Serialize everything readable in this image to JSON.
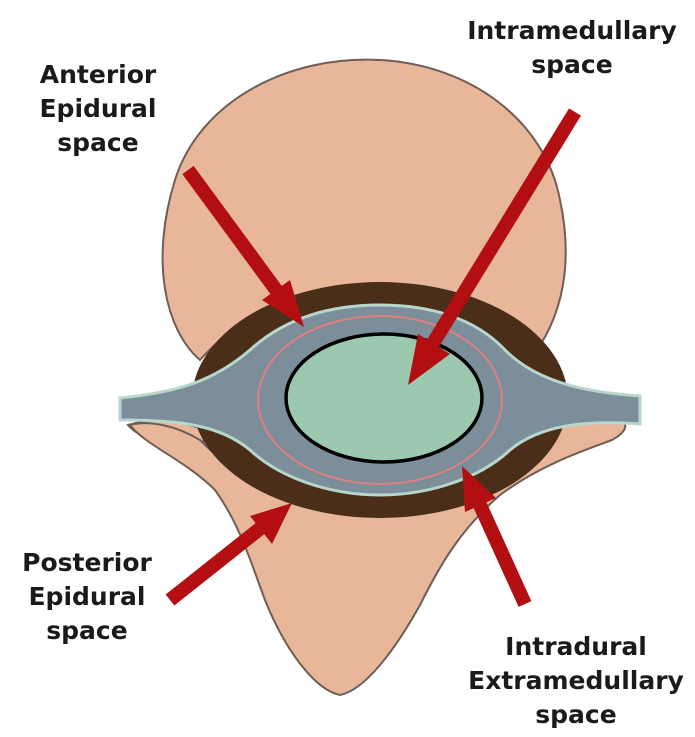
{
  "labels": {
    "anterior": [
      "Anterior",
      "Epidural",
      "space"
    ],
    "intramedullary": [
      "Intramedullary",
      "space"
    ],
    "posterior": [
      "Posterior",
      "Epidural",
      "space"
    ],
    "intradural": [
      "Intradural",
      "Extramedullary",
      "space"
    ]
  },
  "colors": {
    "bone": "#e8b79a",
    "bone_outline": "#7a6a60",
    "epidural_fat": "#4a2e1a",
    "dura": "#7b8e9a",
    "nerve_roots": "#8ea6ad",
    "cord": "#9cc8b0",
    "cord_outline": "#000000",
    "arrow": "#b30f12",
    "membrane_line": "#e08080"
  }
}
